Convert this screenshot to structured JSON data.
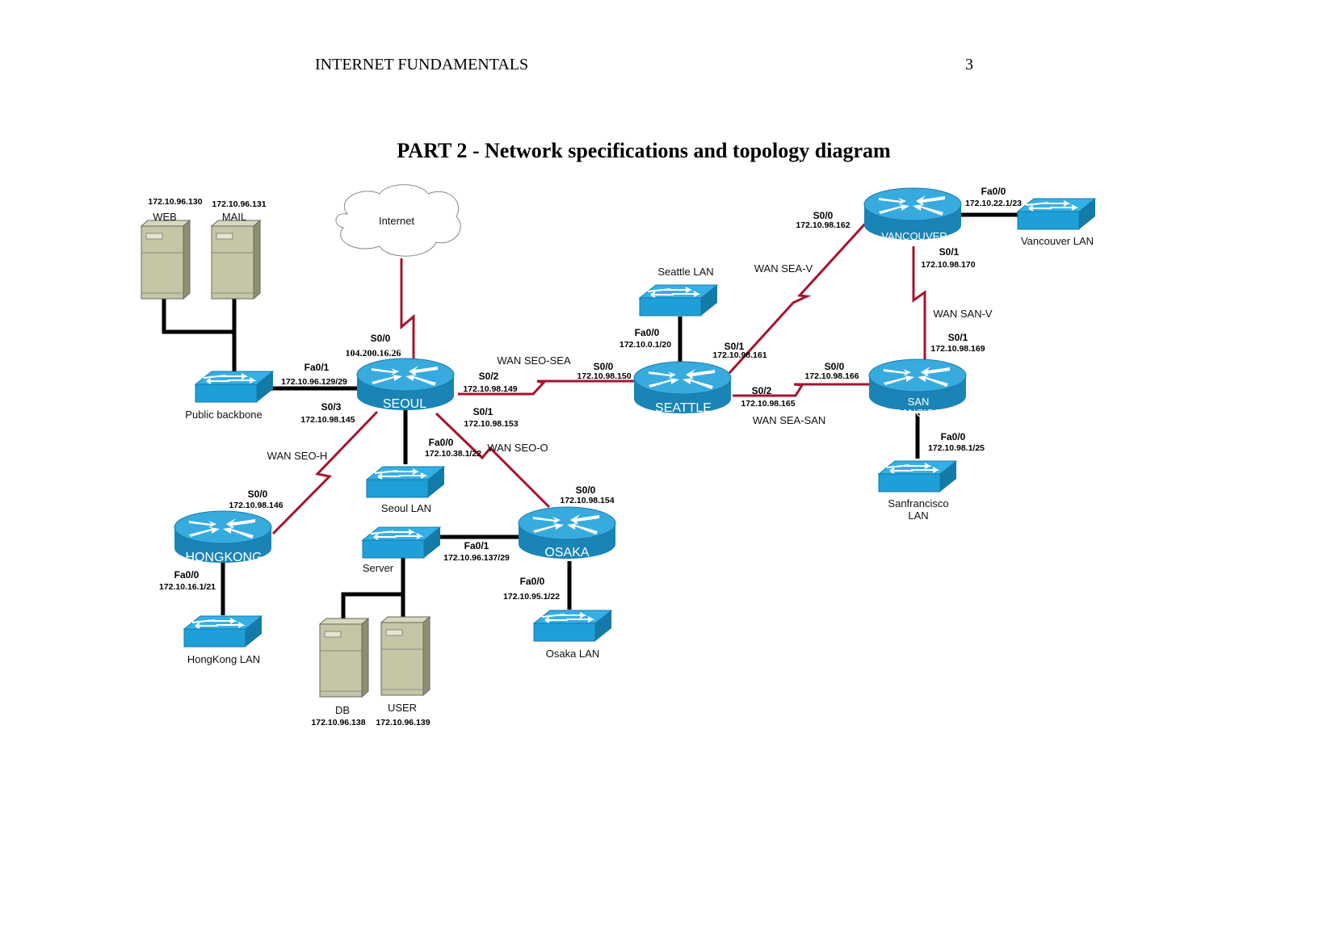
{
  "header": {
    "title": "INTERNET FUNDAMENTALS",
    "page_number": "3"
  },
  "heading": "PART 2 - Network specifications and topology diagram",
  "cloud": {
    "label": "Internet"
  },
  "routers": [
    "SEOUL",
    "SEATTLE",
    "VANCOUVER",
    "SAN",
    "FRANCISCO",
    "HONGKONG",
    "OSAKA"
  ],
  "switches": [
    "Public backbone",
    "Seattle LAN",
    "Vancouver LAN",
    "Seoul LAN",
    "Sanfrancisco",
    "LAN",
    "Server",
    "HongKong LAN",
    "Osaka LAN"
  ],
  "servers": [
    {
      "name": "WEB",
      "ip": "172.10.96.130"
    },
    {
      "name": "MAIL",
      "ip": "172.10.96.131"
    },
    {
      "name": "DB",
      "ip": "172.10.96.138"
    },
    {
      "name": "USER",
      "ip": "172.10.96.139"
    }
  ],
  "wan_links": [
    "WAN SEO-SEA",
    "WAN SEA-V",
    "WAN SAN-V",
    "WAN SEA-SAN",
    "WAN SEO-H",
    "WAN SEO-O"
  ],
  "interfaces": [
    {
      "iface": "S0/0",
      "ip": "104.200.16.26"
    },
    {
      "iface": "Fa0/1",
      "ip": "172.10.96.129/29"
    },
    {
      "iface": "S0/3",
      "ip": "172.10.98.145"
    },
    {
      "iface": "S0/2",
      "ip": "172.10.98.149"
    },
    {
      "iface": "S0/1",
      "ip": "172.10.98.153"
    },
    {
      "iface": "Fa0/0",
      "ip": "172.10.38.1/22"
    },
    {
      "iface": "S0/0",
      "ip": "172.10.98.150"
    },
    {
      "iface": "Fa0/0",
      "ip": "172.10.0.1/20"
    },
    {
      "iface": "S0/1",
      "ip": "172.10.98.161"
    },
    {
      "iface": "S0/2",
      "ip": "172.10.98.165"
    },
    {
      "iface": "S0/0",
      "ip": "172.10.98.162"
    },
    {
      "iface": "Fa0/0",
      "ip": "172.10.22.1/23"
    },
    {
      "iface": "S0/1",
      "ip": "172.10.98.170"
    },
    {
      "iface": "S0/1",
      "ip": "172.10.98.169"
    },
    {
      "iface": "S0/0",
      "ip": "172.10.98.166"
    },
    {
      "iface": "Fa0/0",
      "ip": "172.10.98.1/25"
    },
    {
      "iface": "S0/0",
      "ip": "172.10.98.146"
    },
    {
      "iface": "Fa0/0",
      "ip": "172.10.16.1/21"
    },
    {
      "iface": "S0/0",
      "ip": "172.10.98.154"
    },
    {
      "iface": "Fa0/1",
      "ip": "172.10.96.137/29"
    },
    {
      "iface": "Fa0/0",
      "ip": "172.10.95.1/22"
    }
  ],
  "colors": {
    "wan_link": "#a3162f",
    "lan_link": "#000000",
    "router": "#2ea3d6",
    "switch": "#1e9fd8",
    "server": "#c6c6a6"
  }
}
